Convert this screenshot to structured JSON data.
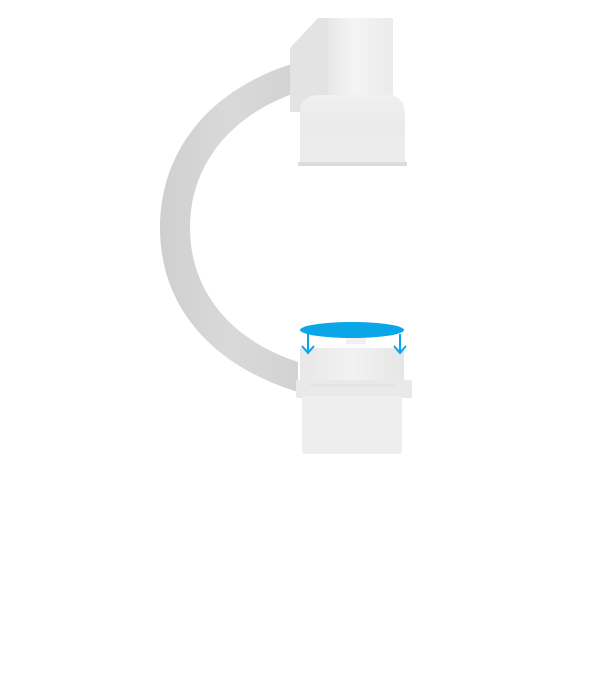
{
  "diagram": {
    "parts": [
      "c-arm",
      "top-housing",
      "bottom-housing",
      "detector-disc",
      "arrow-left",
      "arrow-right"
    ]
  },
  "colors": {
    "background": "#ffffff",
    "arm": "#d4d4d4",
    "arm_shadow": "#c8c8c8",
    "housing_light": "#f2f2f2",
    "housing_mid": "#e6e6e6",
    "housing_dark": "#d9d9d9",
    "accent": "#0aa6e8"
  },
  "icons": {
    "arrow_left": "arrow-down-icon",
    "arrow_right": "arrow-down-icon"
  }
}
